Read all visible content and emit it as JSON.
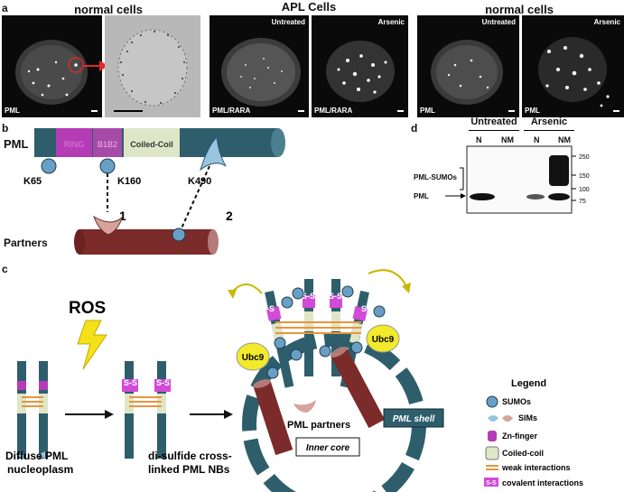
{
  "panel_a": {
    "letter": "a",
    "group1_title": "normal cells",
    "group2_title": "APL Cells",
    "group3_title": "normal cells",
    "img1_label": "PML",
    "img3_tl": "Untreated",
    "img3_bl": "PML/RARA",
    "img4_tl": "Arsenic",
    "img4_bl": "PML/RARA",
    "img5_tl": "Untreated",
    "img5_bl": "PML",
    "img6_tl": "Arsenic",
    "img6_bl": "PML"
  },
  "panel_b": {
    "letter": "b",
    "row_label": "PML",
    "domains": {
      "ring": "RING",
      "b1b2": "B1B2",
      "coiled": "Coiled-Coil"
    },
    "sites": [
      "K65",
      "K160",
      "K490"
    ],
    "mode1": "1",
    "mode2": "2",
    "partners_label": "Partners"
  },
  "panel_d": {
    "letter": "d",
    "groups": [
      "Untreated",
      "Arsenic"
    ],
    "lanes": [
      "N",
      "NM",
      "N",
      "NM"
    ],
    "band_label_sumo": "PML-SUMOs",
    "band_label_pml": "PML",
    "markers": [
      "250",
      "150",
      "100",
      "75"
    ]
  },
  "panel_c": {
    "letter": "c",
    "ros": "ROS",
    "ss": "S-S",
    "ubc9": "Ubc9",
    "caption1_line1": "Diffuse PML",
    "caption1_line2": "nucleoplasm",
    "caption2_line1": "di-sulfide cross-",
    "caption2_line2": "linked PML NBs",
    "pml_partners": "PML partners",
    "pml_shell": "PML shell",
    "inner_core": "Inner core",
    "legend_title": "Legend",
    "legend_items": [
      "SUMOs",
      "SIMs",
      "Zn-finger",
      "Coiled-coil",
      "weak interactions",
      "covalent interactions"
    ],
    "legend_ss": "S-S"
  },
  "colors": {
    "shaft": "#2e5e6b",
    "ring": "#b43cb4",
    "coiled": "#dfe6c8",
    "sumo": "#6a9fc4",
    "partner": "#7a2b2a",
    "weak": "#e8953a",
    "ubc9": "#f2ea2a",
    "ss": "#d14ad8",
    "bolt": "#f4e11a"
  }
}
